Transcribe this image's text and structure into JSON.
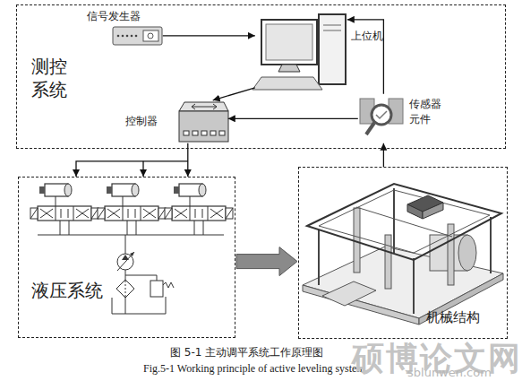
{
  "diagram": {
    "caption": "图 5-1 主动调平系统工作原理图",
    "nodes": [
      {
        "text": [
          "测控 系统"
        ]
      },
      {
        "text": [
          "信号发生器"
        ],
        "in": 0
      },
      {
        "text": [
          "上位机"
        ],
        "in": 0
      },
      {
        "text": [
          "控制器"
        ],
        "in": 0
      },
      {
        "text": [
          "传感器 元件"
        ],
        "in": 0
      },
      {
        "text": [
          "液压系统"
        ]
      },
      {
        "text": [
          "机械结构"
        ]
      }
    ],
    "edges": [
      {
        "from": 1,
        "to": 2,
        "arrow": "to"
      },
      {
        "from": 2,
        "to": 3,
        "arrow": "to"
      },
      {
        "from": 4,
        "to": 2,
        "arrow": "to"
      },
      {
        "from": 4,
        "to": 3,
        "arrow": "to"
      },
      {
        "from": 3,
        "to": 5,
        "arrow": "to"
      },
      {
        "from": 5,
        "to": 6,
        "arrow": "to"
      },
      {
        "from": 6,
        "to": 4,
        "arrow": "to"
      }
    ],
    "labels": [
      "Fig.5-1 Working principle of active leveling system",
      "硕博论文网",
      "sblunwen.com"
    ]
  }
}
